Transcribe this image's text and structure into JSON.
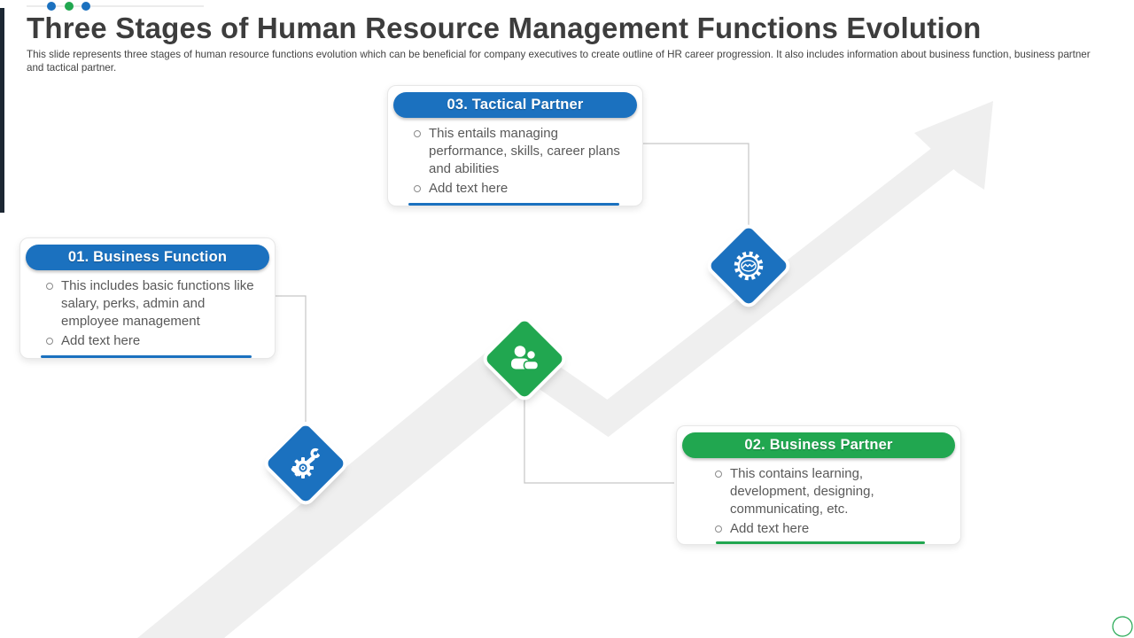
{
  "header": {
    "title": "Three Stages of Human Resource Management Functions Evolution",
    "description": "This slide represents three stages of human resource functions evolution which can be beneficial for company executives to create outline of HR career progression. It also includes information about business function, business partner and tactical partner."
  },
  "stages": [
    {
      "label": "01. Business Function",
      "accent_color": "#1B71BF",
      "icon": "tools-gear-icon",
      "bullets": [
        "This includes basic functions like salary, perks, admin and employee management",
        "Add text here"
      ]
    },
    {
      "label": "02. Business Partner",
      "accent_color": "#21A750",
      "icon": "people-icon",
      "bullets": [
        "This contains learning, development, designing, communicating, etc.",
        "Add text here"
      ]
    },
    {
      "label": "03. Tactical Partner",
      "accent_color": "#1B71BF",
      "icon": "gear-handshake-icon",
      "bullets": [
        "This entails managing performance, skills, career plans and abilities",
        "Add text here"
      ]
    }
  ],
  "decor": {
    "arrow_color": "#EFEFEF",
    "connector_color": "#C6C6C6",
    "left_bar_color": "#1C2733",
    "top_line_color": "#D9D9D9",
    "dot_colors": [
      "#1B71BF",
      "#21A750",
      "#1B71BF"
    ],
    "circle_outline_color": "#21A750"
  }
}
